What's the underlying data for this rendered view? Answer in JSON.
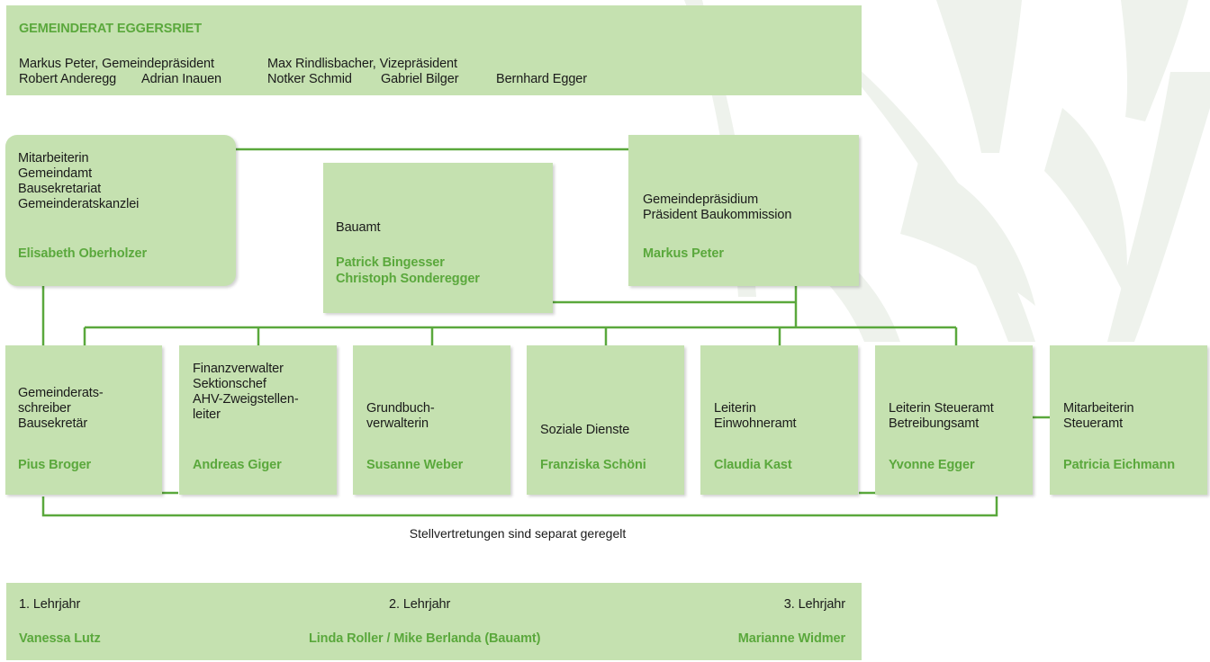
{
  "council": {
    "title": "GEMEINDERAT EGGERSRIET",
    "president": "Markus Peter, Gemeindepräsident",
    "vice": "Max Rindlisbacher, Vizepräsident",
    "members": [
      "Robert Anderegg",
      "Adrian Inauen",
      "Notker Schmid",
      "Gabriel Bilger",
      "Bernhard Egger"
    ]
  },
  "staff": {
    "role": "Mitarbeiterin\nGemeindamt\nBausekretariat\nGemeinderatskanzlei",
    "name": "Elisabeth Oberholzer"
  },
  "bauamt": {
    "role": "Bauamt",
    "names": [
      "Patrick Bingesser",
      "Christoph Sonderegger"
    ]
  },
  "presidium": {
    "role": "Gemeindepräsidium\nPräsident Baukommission",
    "name": "Markus Peter"
  },
  "departments": [
    {
      "role": "Gemeinderats-\nschreiber\nBausekretär",
      "name": "Pius Broger"
    },
    {
      "role": "Finanzverwalter\nSektionschef\nAHV-Zweigstellen-\nleiter",
      "name": "Andreas Giger"
    },
    {
      "role": "Grundbuch-\nverwalterin",
      "name": "Susanne Weber"
    },
    {
      "role": "Soziale Dienste",
      "name": "Franziska Schöni"
    },
    {
      "role": "Leiterin\nEinwohneramt",
      "name": "Claudia Kast"
    },
    {
      "role": "Leiterin Steueramt\nBetreibungsamt",
      "name": "Yvonne Egger"
    },
    {
      "role": "Mitarbeiterin\nSteueramt",
      "name": "Patricia Eichmann"
    }
  ],
  "note": "Stellvertretungen sind separat geregelt",
  "apprentices": {
    "years": [
      "1. Lehrjahr",
      "2. Lehrjahr",
      "3. Lehrjahr"
    ],
    "names": [
      "Vanessa Lutz",
      "Linda Roller / Mike Berlanda (Bauamt)",
      "Marianne Widmer"
    ]
  },
  "colors": {
    "box": "#c5e1b0",
    "accent": "#5aa83c",
    "line": "#5aa83c",
    "watermark": "#eef2ec"
  }
}
